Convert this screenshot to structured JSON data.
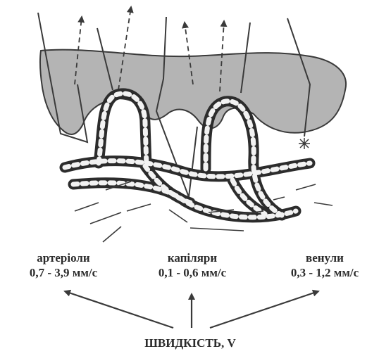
{
  "labels": {
    "arterioles": {
      "name": "артеріоли",
      "range": "0,7 - 3,9 мм/с"
    },
    "capillaries": {
      "name": "капіляри",
      "range": "0,1 - 0,6 мм/с"
    },
    "venules": {
      "name": "венули",
      "range": "0,3 - 1,2 мм/с"
    },
    "velocity": "ШВИДКІСТЬ, V"
  },
  "colors": {
    "tissue_fill": "#b4b4b4",
    "stroke": "#3a3a3a",
    "vessel_dark": "#2c2c2c",
    "vessel_light": "#f2f2f2"
  }
}
